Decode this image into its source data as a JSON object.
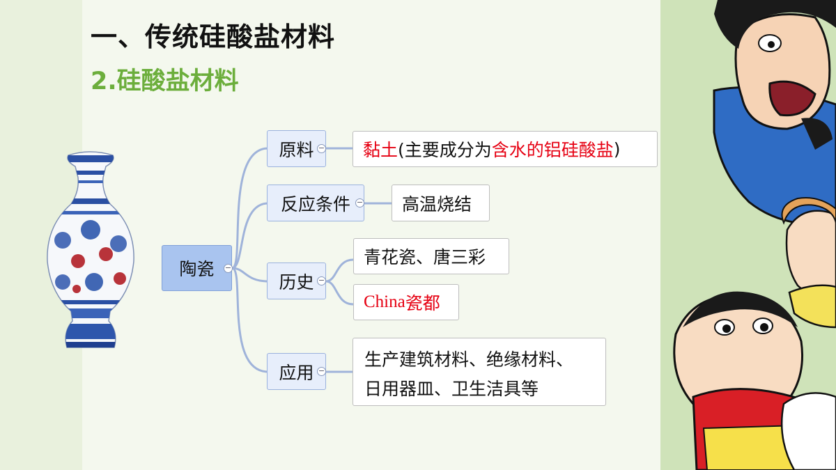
{
  "slide": {
    "heading": "一、传统硅酸盐材料",
    "subheading": "2.硅酸盐材料"
  },
  "mindmap": {
    "root": "陶瓷",
    "branches": {
      "raw": {
        "label": "原料",
        "leaf": {
          "part1": "黏土",
          "part2": "(主要成分为",
          "part3": "含水的铝硅酸盐",
          "part4": ")"
        }
      },
      "condition": {
        "label": "反应条件",
        "leaf": "高温烧结"
      },
      "history": {
        "label": "历史",
        "leaves": {
          "first": "青花瓷、唐三彩",
          "second_latin": "China",
          "second_cn": "瓷都"
        }
      },
      "usage": {
        "label": "应用",
        "leaf": {
          "line1": "生产建筑材料、绝缘材料、",
          "line2": "日用器皿、卫生洁具等"
        }
      }
    }
  },
  "colors": {
    "subheading": "#6cae3c",
    "highlight": "#e60012",
    "root_fill": "#a9c4ef",
    "branch_fill": "#e7eefb",
    "connector": "#9fb3da"
  }
}
